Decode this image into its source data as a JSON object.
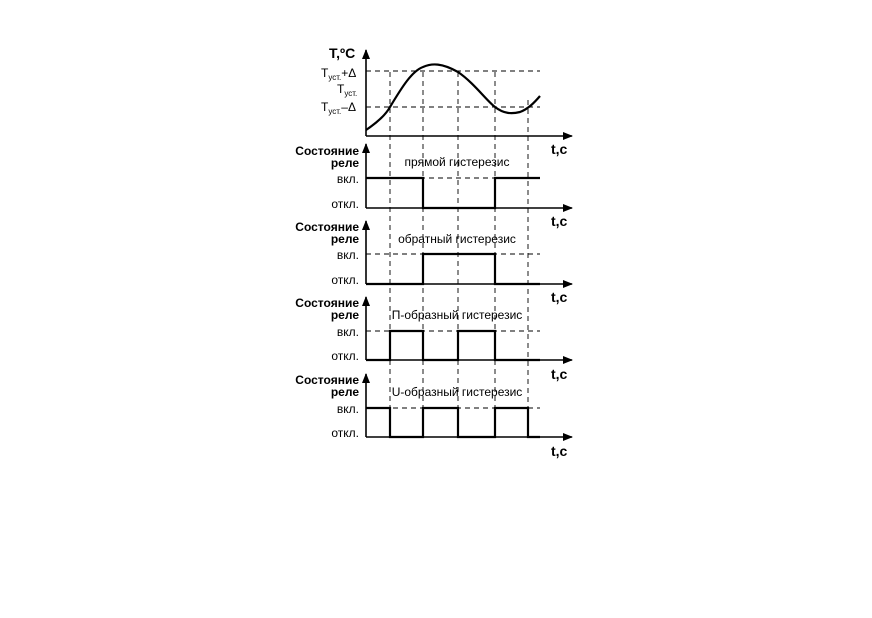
{
  "top_chart": {
    "y_axis_label": "Т,ºС",
    "x_axis_label": "t,c",
    "levels": [
      {
        "id": "upper",
        "main": "Т",
        "sub": "уст.",
        "suffix": "+Δ"
      },
      {
        "id": "set",
        "main": "Т",
        "sub": "уст.",
        "suffix": ""
      },
      {
        "id": "lower",
        "main": "Т",
        "sub": "уст.",
        "suffix": "–Δ"
      }
    ]
  },
  "relay_panels": [
    {
      "y_label_line1": "Состояние",
      "y_label_line2": "реле",
      "title": "прямой гистерезис",
      "on_label": "вкл.",
      "off_label": "откл.",
      "x_axis_label": "t,c"
    },
    {
      "y_label_line1": "Состояние",
      "y_label_line2": "реле",
      "title": "обратный гистерезис",
      "on_label": "вкл.",
      "off_label": "откл.",
      "x_axis_label": "t,c"
    },
    {
      "y_label_line1": "Состояние",
      "y_label_line2": "реле",
      "title": "П-образный гистерезис",
      "on_label": "вкл.",
      "off_label": "откл.",
      "x_axis_label": "t,c"
    },
    {
      "y_label_line1": "Состояние",
      "y_label_line2": "реле",
      "title": "U-образный гистерезис",
      "on_label": "вкл.",
      "off_label": "откл.",
      "x_axis_label": "t,c"
    }
  ]
}
